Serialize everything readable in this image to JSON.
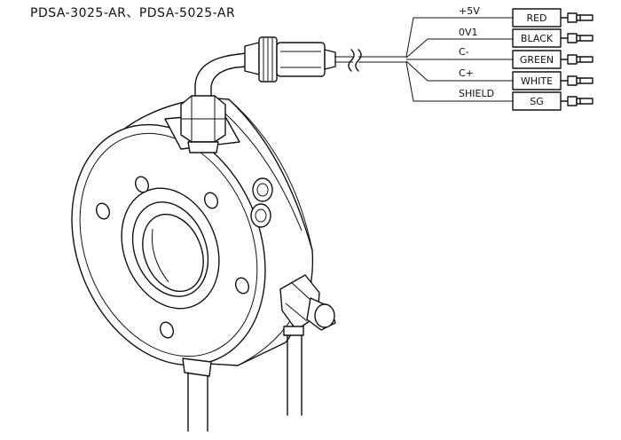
{
  "title": "PDSA-3025-AR、PDSA-5025-AR",
  "wiring": [
    {
      "signal": "+5V",
      "color": "RED"
    },
    {
      "signal": "0V1",
      "color": "BLACK"
    },
    {
      "signal": "C-",
      "color": "GREEN"
    },
    {
      "signal": "C+",
      "color": "WHITE"
    },
    {
      "signal": "SHIELD",
      "color": "SG"
    }
  ]
}
